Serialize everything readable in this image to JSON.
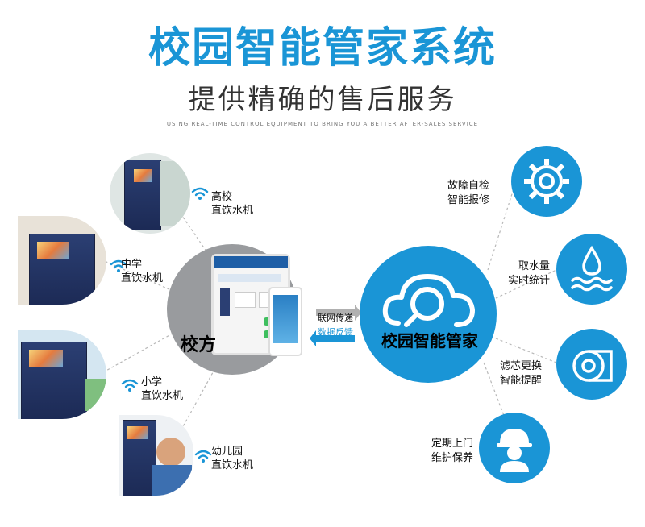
{
  "header": {
    "title": "校园智能管家系统",
    "subtitle": "提供精确的售后服务",
    "tagline": "USING REAL-TIME CONTROL EQUIPMENT TO BRING YOU A BETTER AFTER-SALES SERVICE"
  },
  "sources": [
    {
      "label": "高校\n直饮水机",
      "icon": "wifi-icon"
    },
    {
      "label": "中学\n直饮水机",
      "icon": "wifi-icon"
    },
    {
      "label": "小学\n直饮水机",
      "icon": "wifi-icon"
    },
    {
      "label": "幼儿园\n直饮水机",
      "icon": "wifi-icon"
    }
  ],
  "school": {
    "label": "校方"
  },
  "transfer": {
    "top_label": "联网传递",
    "bottom_label": "数据反馈"
  },
  "manager": {
    "label": "校园智能管家",
    "icon": "cloud-search-icon"
  },
  "features": [
    {
      "label": "故障自检\n智能报修",
      "icon": "gear-icon"
    },
    {
      "label": "取水量\n实时统计",
      "icon": "water-drop-icon"
    },
    {
      "label": "滤芯更换\n智能提醒",
      "icon": "filter-roll-icon"
    },
    {
      "label": "定期上门\n维护保养",
      "icon": "worker-icon"
    }
  ],
  "colors": {
    "accent": "#1a95d6",
    "school_circle": "#999b9e"
  }
}
